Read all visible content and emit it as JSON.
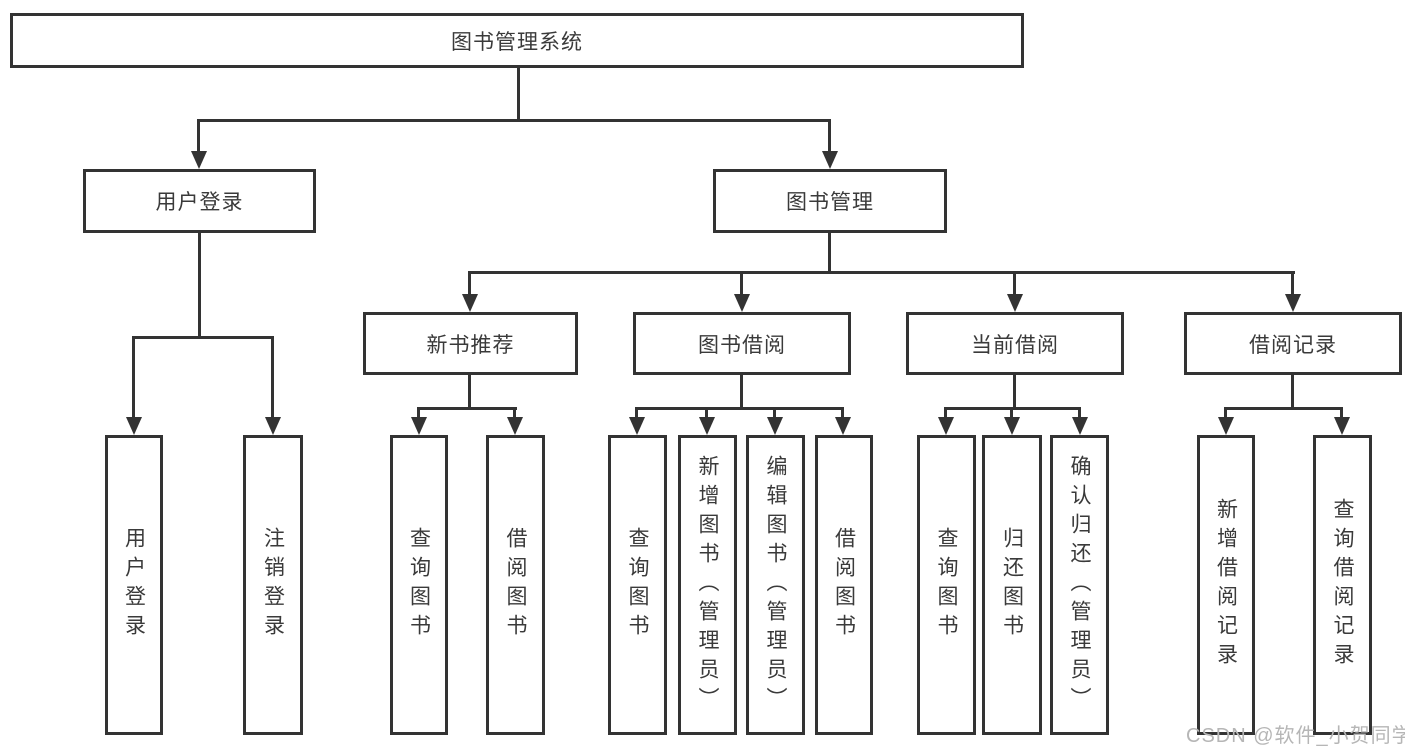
{
  "diagram": {
    "title_node": {
      "label": "图书管理系统"
    },
    "level2": [
      {
        "label": "用户登录"
      },
      {
        "label": "图书管理"
      }
    ],
    "level3": [
      {
        "label": "新书推荐"
      },
      {
        "label": "图书借阅"
      },
      {
        "label": "当前借阅"
      },
      {
        "label": "借阅记录"
      }
    ],
    "leaves": [
      {
        "group": "用户登录",
        "label": "用户登录"
      },
      {
        "group": "用户登录",
        "label": "注销登录"
      },
      {
        "group": "新书推荐",
        "label": "查询图书"
      },
      {
        "group": "新书推荐",
        "label": "借阅图书"
      },
      {
        "group": "图书借阅",
        "label": "查询图书"
      },
      {
        "group": "图书借阅",
        "label": "新增图书（管理员）"
      },
      {
        "group": "图书借阅",
        "label": "编辑图书（管理员）"
      },
      {
        "group": "图书借阅",
        "label": "借阅图书"
      },
      {
        "group": "当前借阅",
        "label": "查询图书"
      },
      {
        "group": "当前借阅",
        "label": "归还图书"
      },
      {
        "group": "当前借阅",
        "label": "确认归还（管理员）"
      },
      {
        "group": "借阅记录",
        "label": "新增借阅记录"
      },
      {
        "group": "借阅记录",
        "label": "查询借阅记录"
      }
    ],
    "colors": {
      "line": "#333333",
      "text": "#3a3a3a",
      "box_background": "#ffffff",
      "watermark": "#b6b6b6"
    },
    "watermark": "CSDN @软件_小贺同学"
  }
}
